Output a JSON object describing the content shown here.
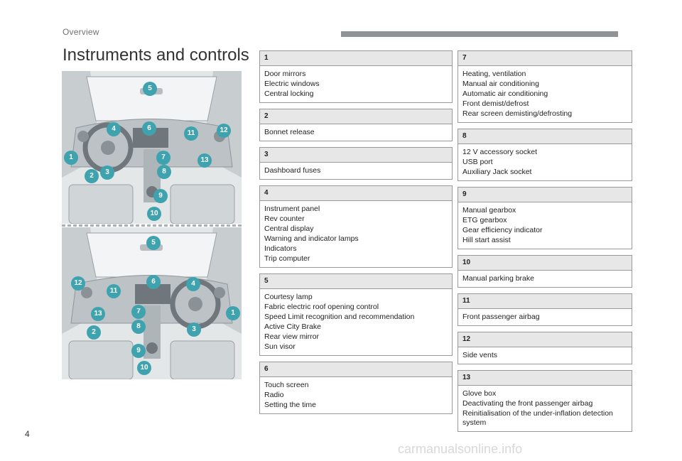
{
  "header": {
    "section": "Overview"
  },
  "page": {
    "title": "Instruments and controls",
    "number": "4"
  },
  "watermark": "carmanualsonline.info",
  "callouts_top": [
    "5",
    "4",
    "6",
    "11",
    "12",
    "1",
    "7",
    "13",
    "2",
    "3",
    "8",
    "9",
    "10"
  ],
  "callouts_bottom": [
    "5",
    "12",
    "6",
    "4",
    "11",
    "13",
    "7",
    "1",
    "8",
    "3",
    "2",
    "9",
    "10"
  ],
  "sections": [
    {
      "num": "1",
      "items": [
        "Door mirrors",
        "Electric windows",
        "Central locking"
      ]
    },
    {
      "num": "2",
      "items": [
        "Bonnet release"
      ]
    },
    {
      "num": "3",
      "items": [
        "Dashboard fuses"
      ]
    },
    {
      "num": "4",
      "items": [
        "Instrument panel",
        "Rev counter",
        "Central display",
        "Warning and indicator lamps",
        "Indicators",
        "Trip computer"
      ]
    },
    {
      "num": "5",
      "items": [
        "Courtesy lamp",
        "Fabric electric roof opening control",
        "Speed Limit recognition and recommendation",
        "Active City Brake",
        "Rear view mirror",
        "Sun visor"
      ]
    },
    {
      "num": "6",
      "items": [
        "Touch screen",
        "Radio",
        "Setting the time"
      ]
    },
    {
      "num": "7",
      "items": [
        "Heating, ventilation",
        "Manual air conditioning",
        "Automatic air conditioning",
        "Front demist/defrost",
        "Rear screen demisting/defrosting"
      ]
    },
    {
      "num": "8",
      "items": [
        "12 V accessory socket",
        "USB port",
        "Auxiliary Jack socket"
      ]
    },
    {
      "num": "9",
      "items": [
        "Manual gearbox",
        "ETG gearbox",
        "Gear efficiency indicator",
        "Hill start assist"
      ]
    },
    {
      "num": "10",
      "items": [
        "Manual parking brake"
      ]
    },
    {
      "num": "11",
      "items": [
        "Front passenger airbag"
      ]
    },
    {
      "num": "12",
      "items": [
        "Side vents"
      ]
    },
    {
      "num": "13",
      "items": [
        "Glove box",
        "Deactivating the front passenger airbag",
        "Reinitialisation of the under-inflation detection system"
      ]
    }
  ]
}
